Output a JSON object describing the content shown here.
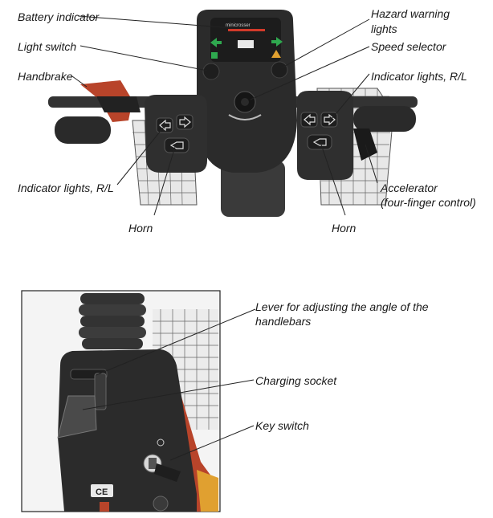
{
  "top_figure": {
    "display_brand": "minicrosser",
    "labels": {
      "battery_indicator": "Battery indicator",
      "light_switch": "Light switch",
      "handbrake": "Handbrake",
      "indicator_lights_left": "Indicator lights, R/L",
      "horn_left": "Horn",
      "hazard_line1": "Hazard warning",
      "hazard_line2": "lights",
      "speed_selector": "Speed selector",
      "indicator_lights_right": "Indicator lights, R/L",
      "accelerator_line1": "Accelerator",
      "accelerator_line2": "(four-finger control)",
      "horn_right": "Horn"
    }
  },
  "bottom_figure": {
    "ce_mark": "CE",
    "labels": {
      "lever_line1": "Lever for adjusting the angle of the",
      "lever_line2": "handlebars",
      "charging_socket": "Charging socket",
      "key_switch": "Key switch"
    }
  },
  "colors": {
    "body_dark": "#2b2b2b",
    "body_mid": "#3d3d3d",
    "accent_red": "#b8442a",
    "accent_orange": "#e0a030",
    "led_green": "#2fa84f",
    "led_red": "#d23a2a",
    "leader_line": "#222222"
  }
}
